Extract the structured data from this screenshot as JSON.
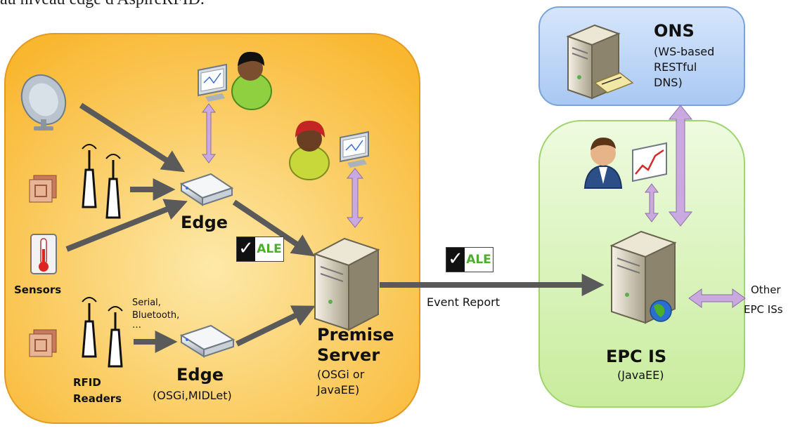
{
  "caption": "au niveau edge d'AspireRFID.",
  "nodes": {
    "edge_top": {
      "title": "Edge"
    },
    "edge_bottom": {
      "title": "Edge",
      "subtitle": "(OSGi,MIDLet)"
    },
    "premise_server": {
      "title_line1": "Premise",
      "title_line2": "Server",
      "subtitle_line1": "(OSGi or",
      "subtitle_line2": "JavaEE)"
    },
    "epc_is": {
      "title": "EPC IS",
      "subtitle": "(JavaEE)"
    },
    "ons": {
      "title": "ONS",
      "subtitle_line1": "(WS-based",
      "subtitle_line2": "RESTful",
      "subtitle_line3": "DNS)"
    }
  },
  "labels": {
    "sensors": "Sensors",
    "rfid_readers_line1": "RFID",
    "rfid_readers_line2": "Readers",
    "serial_line1": "Serial,",
    "serial_line2": "Bluetooth,",
    "serial_line3": "…",
    "event_report": "Event Report",
    "other_epc_line1": "Other",
    "other_epc_line2": "EPC ISs"
  },
  "badges": {
    "ale": "ALE",
    "check": "✓"
  },
  "colors": {
    "premise_region": "#fbc33a",
    "epc_region": "#d6f2b6",
    "ons_region": "#b8d3f5",
    "bidir_arrow": "#c9a9e0",
    "flow_arrow": "#5a5a5a",
    "ale_green": "#4caf2a"
  }
}
